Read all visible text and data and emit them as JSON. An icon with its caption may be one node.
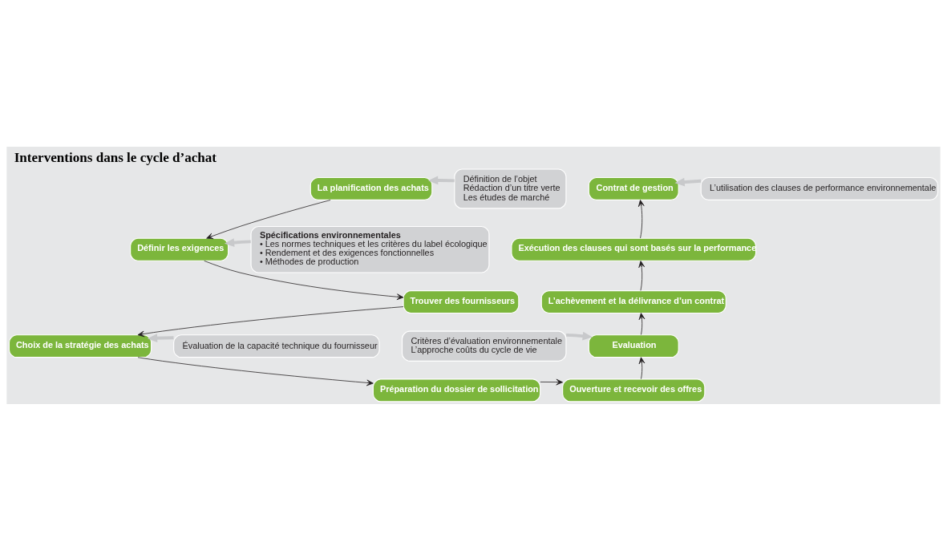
{
  "diagram": {
    "title": "Interventions dans le cycle d’achat",
    "nodes": [
      {
        "text": [
          "La planification des achats"
        ]
      },
      {
        "text": [
          "Définir les exigences"
        ]
      },
      {
        "text": [
          "Trouver des fournisseurs"
        ]
      },
      {
        "text": [
          "Choix de la stratégie des achats"
        ]
      },
      {
        "text": [
          "Préparation du dossier de sollicitation"
        ]
      },
      {
        "text": [
          "Ouverture et recevoir des offres"
        ]
      },
      {
        "text": [
          "Evaluation"
        ]
      },
      {
        "text": [
          "L’achèvement et la délivrance d’un contrat"
        ]
      },
      {
        "text": [
          "Exécution des clauses qui sont basés sur la performance"
        ]
      },
      {
        "text": [
          "Contrat de gestion"
        ]
      },
      {
        "text": [
          "Définition de l’objet",
          "Rédaction d’un titre verte",
          "Les études de marché"
        ]
      },
      {
        "text": [
          "Spécifications environnementales",
          "• Les normes techniques et les critères du label écologique",
          "• Rendement et des exigences fonctionnelles",
          "• Méthodes de production"
        ]
      },
      {
        "text": [
          "Évaluation de la capacité technique du fournisseur"
        ]
      },
      {
        "text": [
          "Critères d’évaluation environnementale",
          "L’approche coûts du cycle de vie"
        ]
      },
      {
        "text": [
          "L’utilisation des clauses de performance environnementale"
        ]
      }
    ],
    "edges": [
      {
        "from": 0,
        "to": 1,
        "arrow": "to"
      },
      {
        "from": 1,
        "to": 2,
        "arrow": "to"
      },
      {
        "from": 2,
        "to": 3,
        "arrow": "to"
      },
      {
        "from": 3,
        "to": 4,
        "arrow": "to"
      },
      {
        "from": 4,
        "to": 5,
        "arrow": "to"
      },
      {
        "from": 5,
        "to": 6,
        "arrow": "to"
      },
      {
        "from": 6,
        "to": 7,
        "arrow": "to"
      },
      {
        "from": 7,
        "to": 8,
        "arrow": "to"
      },
      {
        "from": 8,
        "to": 9,
        "arrow": "to"
      },
      {
        "from": 10,
        "to": 0,
        "arrow": "to",
        "style": "thick",
        "color": "#c8c9cb"
      },
      {
        "from": 11,
        "to": 1,
        "arrow": "to",
        "style": "thick",
        "color": "#c8c9cb"
      },
      {
        "from": 12,
        "to": 3,
        "arrow": "to",
        "style": "thick",
        "color": "#c8c9cb"
      },
      {
        "from": 13,
        "to": 6,
        "arrow": "to",
        "style": "thick",
        "color": "#c8c9cb"
      },
      {
        "from": 14,
        "to": 9,
        "arrow": "to",
        "style": "thick",
        "color": "#c8c9cb"
      }
    ]
  }
}
